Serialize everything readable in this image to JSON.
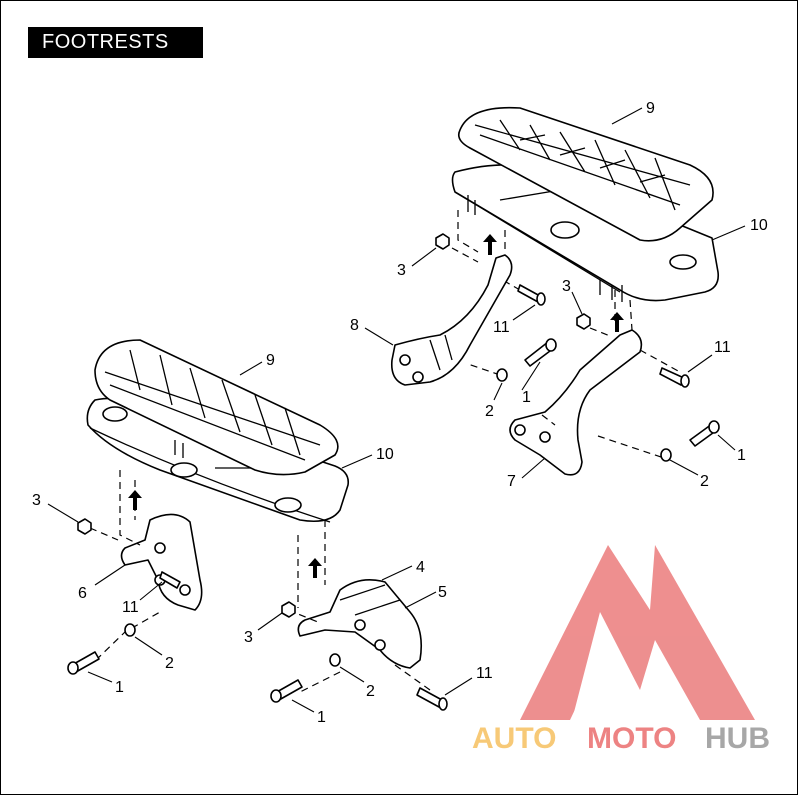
{
  "title": "FOOTRESTS",
  "callouts": {
    "c1a": "9",
    "c1b": "10",
    "c1c": "3",
    "c1d": "8",
    "c1e": "11",
    "c1f": "1",
    "c1g": "2",
    "c1h": "3",
    "c1i": "11",
    "c1j": "7",
    "c1k": "1",
    "c1l": "2",
    "c2a": "9",
    "c2b": "10",
    "c2c": "3",
    "c2d": "6",
    "c2e": "11",
    "c2f": "4",
    "c2g": "5",
    "c2h": "3",
    "c2i": "2",
    "c2j": "2",
    "c2k": "1",
    "c2l": "1",
    "c2m": "11"
  },
  "watermark": {
    "part1": "AUTO",
    "part2": "MOTO",
    "part3": "HUB",
    "color_orange": "#f5b84a",
    "color_red": "#e85a5a",
    "color_gray": "#8a8a8a"
  }
}
